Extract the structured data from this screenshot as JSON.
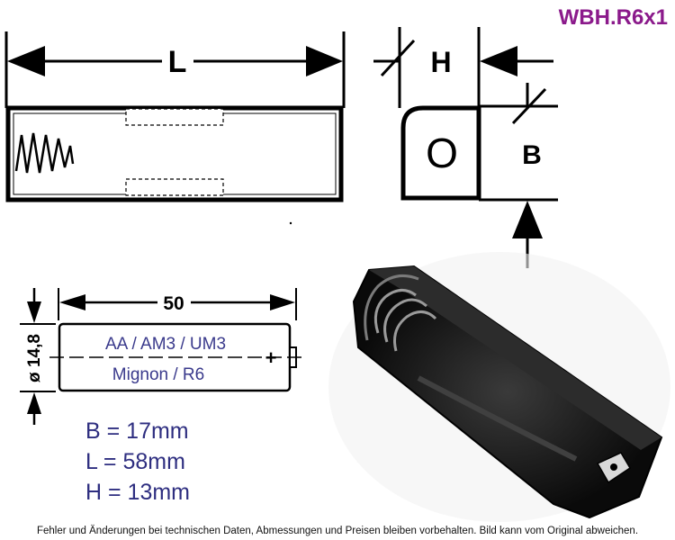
{
  "model_code": "WBH.R6x1",
  "drawing_top": {
    "length_label": "L",
    "height_label": "H",
    "width_label": "B",
    "end_view_mark": "O"
  },
  "battery_drawing": {
    "length_label": "50",
    "diameter_label": "ø 14,8",
    "type_line1": "AA / AM3 / UM3",
    "type_line2": "Mignon / R6",
    "polarity_plus": "+"
  },
  "specs": {
    "b": "B = 17mm",
    "l": "L = 58mm",
    "h": "H = 13mm"
  },
  "disclaimer": "Fehler und Änderungen bei technischen Daten, Abmessungen und Preisen bleiben vorbehalten. Bild kann vom Original abweichen.",
  "colors": {
    "model_code": "#8b1a8b",
    "battery_text": "#3a3a8c",
    "specs_text": "#2e2e80"
  }
}
